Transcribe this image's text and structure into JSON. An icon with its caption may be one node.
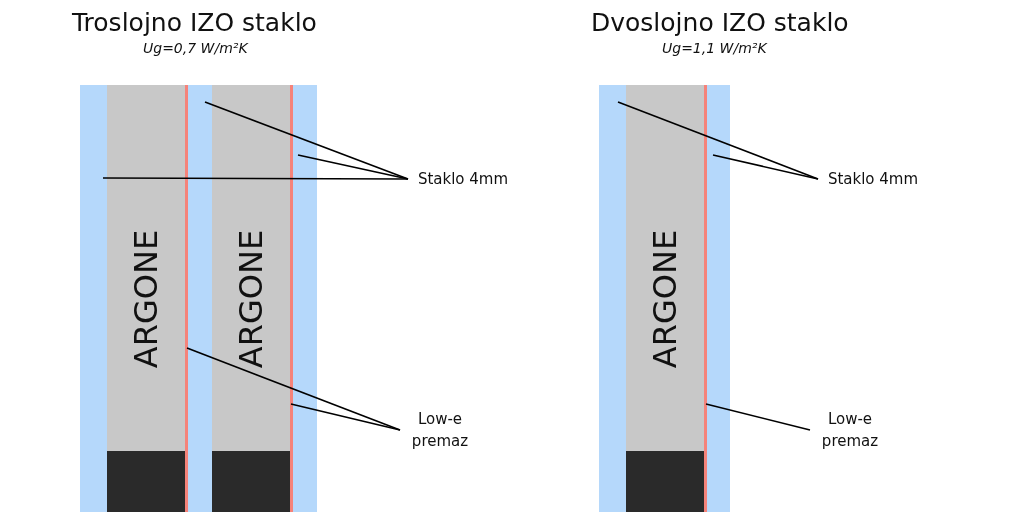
{
  "diagram": {
    "nodes": [
      {
        "text": [],
        "shape": "bar"
      },
      {
        "text": [
          "ARGONE"
        ]
      },
      {
        "text": [],
        "shape": "bar"
      },
      {
        "text": [],
        "shape": "bar"
      },
      {
        "text": [
          "ARGONE"
        ]
      },
      {
        "text": [],
        "shape": "bar"
      },
      {
        "text": [],
        "shape": "bar"
      },
      {
        "text": [
          "Staklo 4mm"
        ]
      },
      {
        "text": [
          "Low-e premaz"
        ]
      },
      {
        "text": [],
        "shape": "bar"
      },
      {
        "text": [
          "ARGONE"
        ]
      },
      {
        "text": [],
        "shape": "bar"
      },
      {
        "text": [],
        "shape": "bar"
      },
      {
        "text": [
          "Staklo 4mm"
        ]
      },
      {
        "text": [
          "Low-e premaz"
        ]
      },
      {
        "text": [],
        "shape": "bar",
        "in": 1
      },
      {
        "text": [],
        "shape": "bar",
        "in": 4
      },
      {
        "text": [],
        "shape": "bar",
        "in": 10
      }
    ],
    "edges": [
      {
        "from": 7,
        "to": 3,
        "arrow": "none"
      },
      {
        "from": 7,
        "to": 6,
        "arrow": "none"
      },
      {
        "from": 7,
        "to": 0,
        "arrow": "none"
      },
      {
        "from": 8,
        "to": 2,
        "arrow": "none"
      },
      {
        "from": 8,
        "to": 5,
        "arrow": "none"
      },
      {
        "from": 13,
        "to": 9,
        "arrow": "none"
      },
      {
        "from": 13,
        "to": 12,
        "arrow": "none"
      },
      {
        "from": 14,
        "to": 11,
        "arrow": "none"
      }
    ],
    "labels": [
      "Troslojno IZO staklo",
      "Ug=0,7 W/m²K",
      "Dvoslojno IZO staklo",
      "Ug=1,1 W/m²K"
    ]
  }
}
